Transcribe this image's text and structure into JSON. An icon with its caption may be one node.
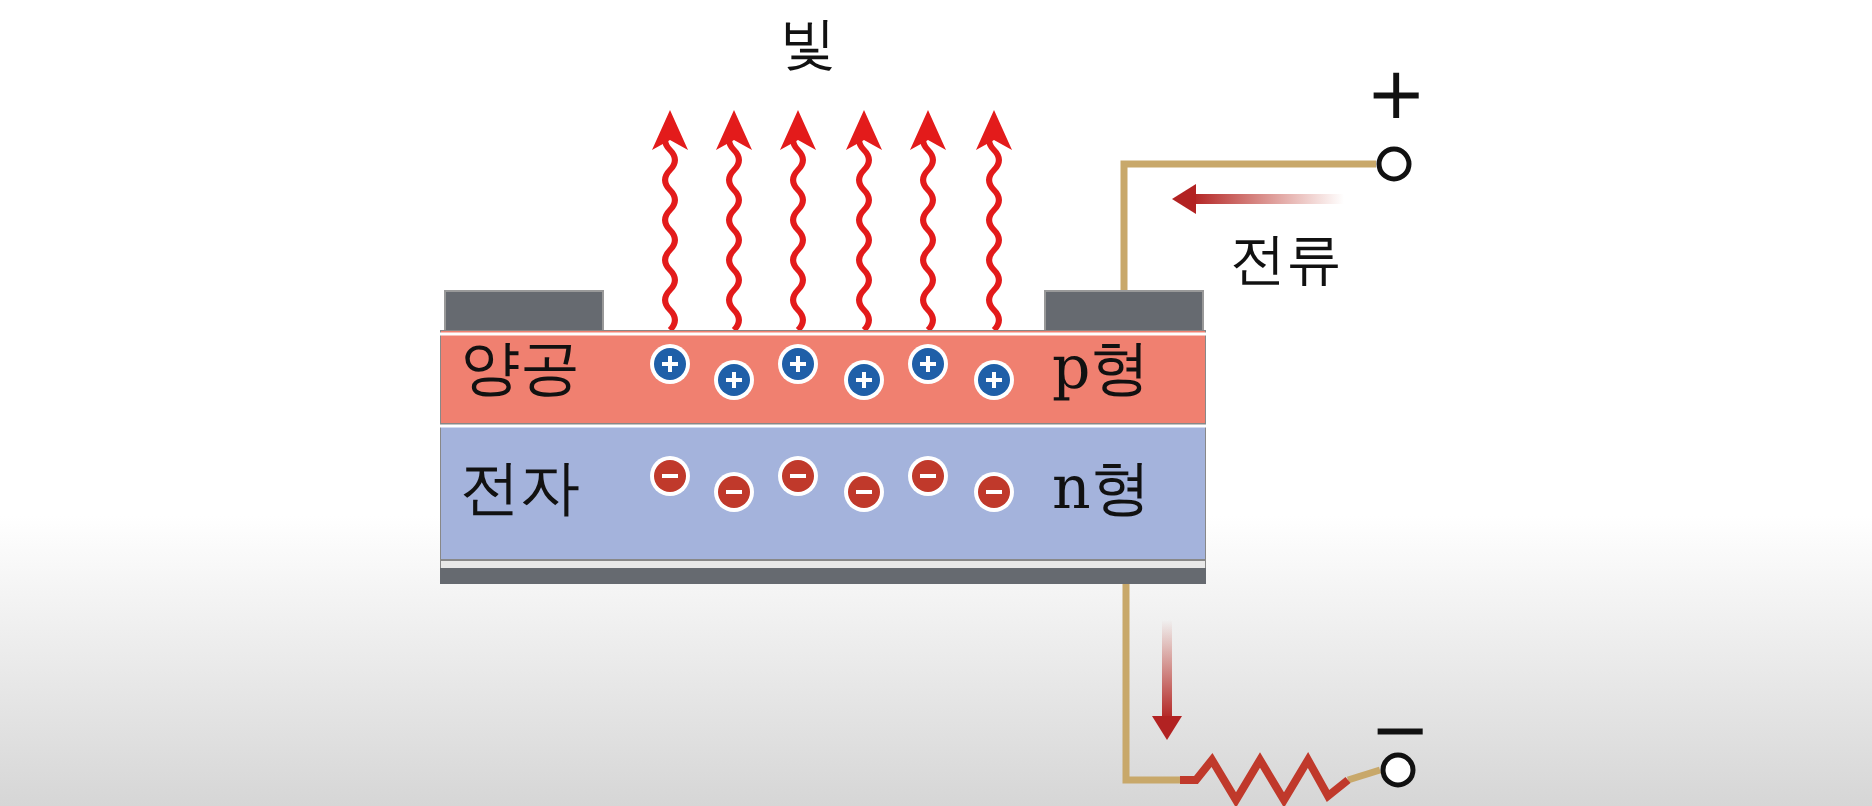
{
  "diagram": {
    "nodes": [
      {
        "text": [],
        "shape": "circle"
      },
      {
        "text": [],
        "shape": "box"
      },
      {
        "text": [],
        "shape": "box"
      },
      {
        "text": [
          "양공",
          "p형"
        ]
      },
      {
        "text": [
          "전자",
          "n형"
        ]
      },
      {
        "text": [],
        "shape": "resistor"
      },
      {
        "text": [],
        "shape": "circle"
      }
    ],
    "edges": [
      {
        "from": 0,
        "to": 2,
        "arrow": "none"
      },
      {
        "from": 4,
        "to": 5,
        "arrow": "none"
      },
      {
        "from": 5,
        "to": 6,
        "arrow": "none"
      }
    ],
    "labels": [
      "빛",
      "+",
      "전류",
      "−"
    ]
  }
}
